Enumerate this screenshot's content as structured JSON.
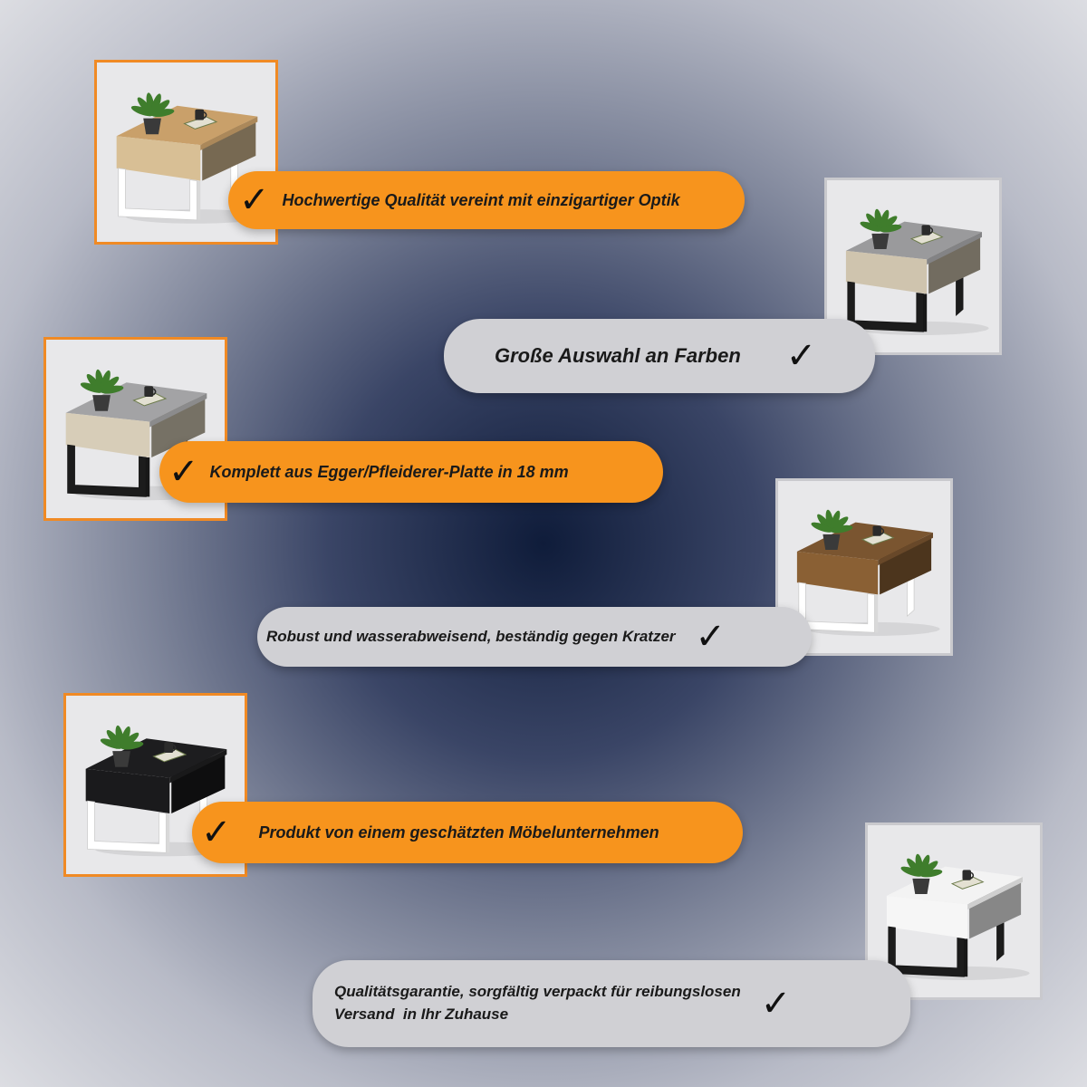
{
  "features": [
    {
      "text": "Hochwertige Qualität vereint mit einzigartiger Optik"
    },
    {
      "text": "Große Auswahl an Farben"
    },
    {
      "text": "Komplett aus Egger/Pfleiderer-Platte in 18 mm"
    },
    {
      "text": "Robust und wasserabweisend, beständig gegen Kratzer"
    },
    {
      "text": "Produkt von einem geschätzten Möbelunternehmen"
    },
    {
      "text_line1": "Qualitätsgarantie, sorgfältig verpackt für reibungslosen",
      "text_line2": "Versand  in Ihr Zuhause"
    }
  ],
  "check_icon": "✓",
  "colors": {
    "accent_orange": "#f7941d",
    "pill_grey": "#d0d0d4",
    "card_border_orange": "#f08a24"
  },
  "products": [
    {
      "name": "Coffee table oak / white legs",
      "top": "#c9a06a",
      "body": "#d8bf95",
      "legs": "#ffffff"
    },
    {
      "name": "Coffee table concrete / black legs",
      "top": "#9a9a9c",
      "body": "#cfc4ae",
      "legs": "#1c1c1c"
    },
    {
      "name": "Coffee table concrete / black legs",
      "top": "#a3a3a5",
      "body": "#d7cdb8",
      "legs": "#1c1c1c"
    },
    {
      "name": "Coffee table walnut / white legs",
      "top": "#7a5530",
      "body": "#8a6034",
      "legs": "#ffffff"
    },
    {
      "name": "Coffee table black / white legs",
      "top": "#1d1d1f",
      "body": "#1a1a1c",
      "legs": "#ffffff"
    },
    {
      "name": "Coffee table white / black legs",
      "top": "#f3f3f3",
      "body": "#f6f6f6",
      "legs": "#1c1c1c"
    }
  ]
}
